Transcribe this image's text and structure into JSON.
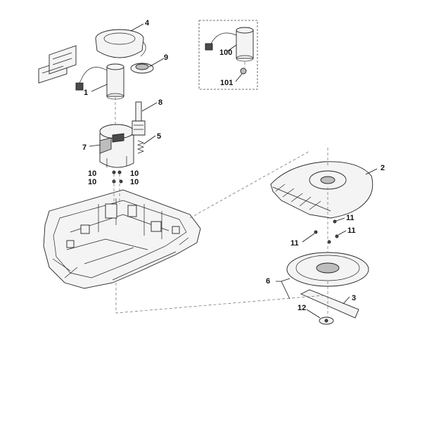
{
  "callouts": {
    "p1": "1",
    "p2": "2",
    "p3": "3",
    "p4": "4",
    "p5": "5",
    "p6": "6",
    "p7": "7",
    "p8": "8",
    "p9": "9",
    "p10a": "10",
    "p10b": "10",
    "p10c": "10",
    "p10d": "10",
    "p11a": "11",
    "p11b": "11",
    "p11c": "11",
    "p12": "12",
    "p100": "100",
    "p101": "101"
  }
}
